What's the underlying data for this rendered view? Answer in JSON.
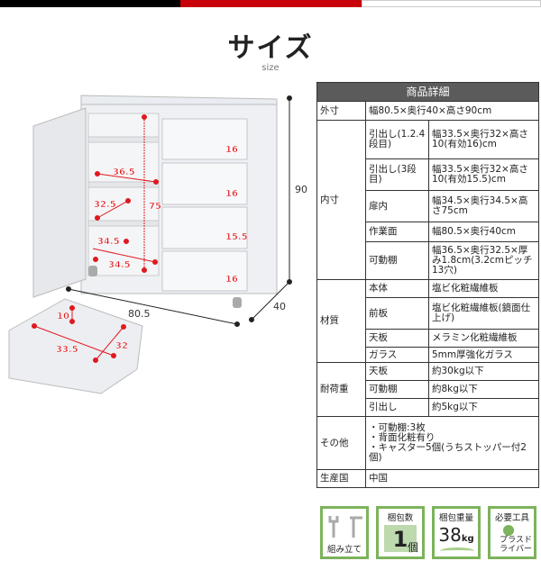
{
  "header": {
    "title": "サイズ",
    "subtitle": "size"
  },
  "colors": {
    "bar1": "#000000",
    "bar2": "#c8000a",
    "bar3": "#ffffff",
    "table_header": "#5b5b5b",
    "icon_border": "#7cb35b",
    "dim_red": "#e0191f"
  },
  "illustration": {
    "depth_top_left_shelf": "36.5",
    "shelf_depth": "32.5",
    "inner_height": "75",
    "door_inner_depth": "34.5",
    "door_inner_width": "34.5",
    "drawer1": "16",
    "drawer2": "16",
    "drawer3": "15.5",
    "drawer4": "16",
    "height": "90",
    "width": "80.5",
    "depth": "40",
    "drawer_height": "10",
    "drawer_width": "33.5",
    "drawer_depth": "32"
  },
  "table": {
    "title": "商品詳細",
    "outer": {
      "label": "外寸",
      "value": "幅80.5×奥行40×高さ90cm"
    },
    "inner": {
      "label": "内寸",
      "rows": [
        {
          "k": "引出し(1.2.4段目)",
          "v": "幅33.5×奥行32×高さ10(有効16)cm"
        },
        {
          "k": "引出し(3段目)",
          "v": "幅33.5×奥行32×高さ10(有効15.5)cm"
        },
        {
          "k": "扉内",
          "v": "幅34.5×奥行34.5×高さ75cm"
        },
        {
          "k": "作業面",
          "v": "幅80.5×奥行40cm"
        },
        {
          "k": "可動棚",
          "v": "幅36.5×奥行32.5×厚み1.8cm(3.2cmピッチ13穴)"
        }
      ]
    },
    "material": {
      "label": "材質",
      "rows": [
        {
          "k": "本体",
          "v": "塩ビ化粧繊維板"
        },
        {
          "k": "前板",
          "v": "塩ビ化粧繊維板(鏡面仕上げ)"
        },
        {
          "k": "天板",
          "v": "メラミン化粧繊維板"
        },
        {
          "k": "ガラス",
          "v": "5mm厚強化ガラス"
        }
      ]
    },
    "load": {
      "label": "耐荷重",
      "rows": [
        {
          "k": "天板",
          "v": "約30kg以下"
        },
        {
          "k": "可動棚",
          "v": "約8kg以下"
        },
        {
          "k": "引出し",
          "v": "約5kg以下"
        }
      ]
    },
    "other": {
      "label": "その他",
      "lines": [
        "・可動棚:3枚",
        "・背面化粧有り",
        "・キャスター5個(うちストッパー付2個)"
      ]
    },
    "origin": {
      "label": "生産国",
      "value": "中国"
    }
  },
  "icons": [
    {
      "name": "assembly",
      "label": "組み立て"
    },
    {
      "name": "packages",
      "label": "梱包数",
      "value": "1",
      "unit": "個"
    },
    {
      "name": "weight",
      "label": "梱包重量",
      "value": "38",
      "unit": "kg"
    },
    {
      "name": "tools",
      "label": "必要工具",
      "value": "プラスドライバー"
    }
  ]
}
